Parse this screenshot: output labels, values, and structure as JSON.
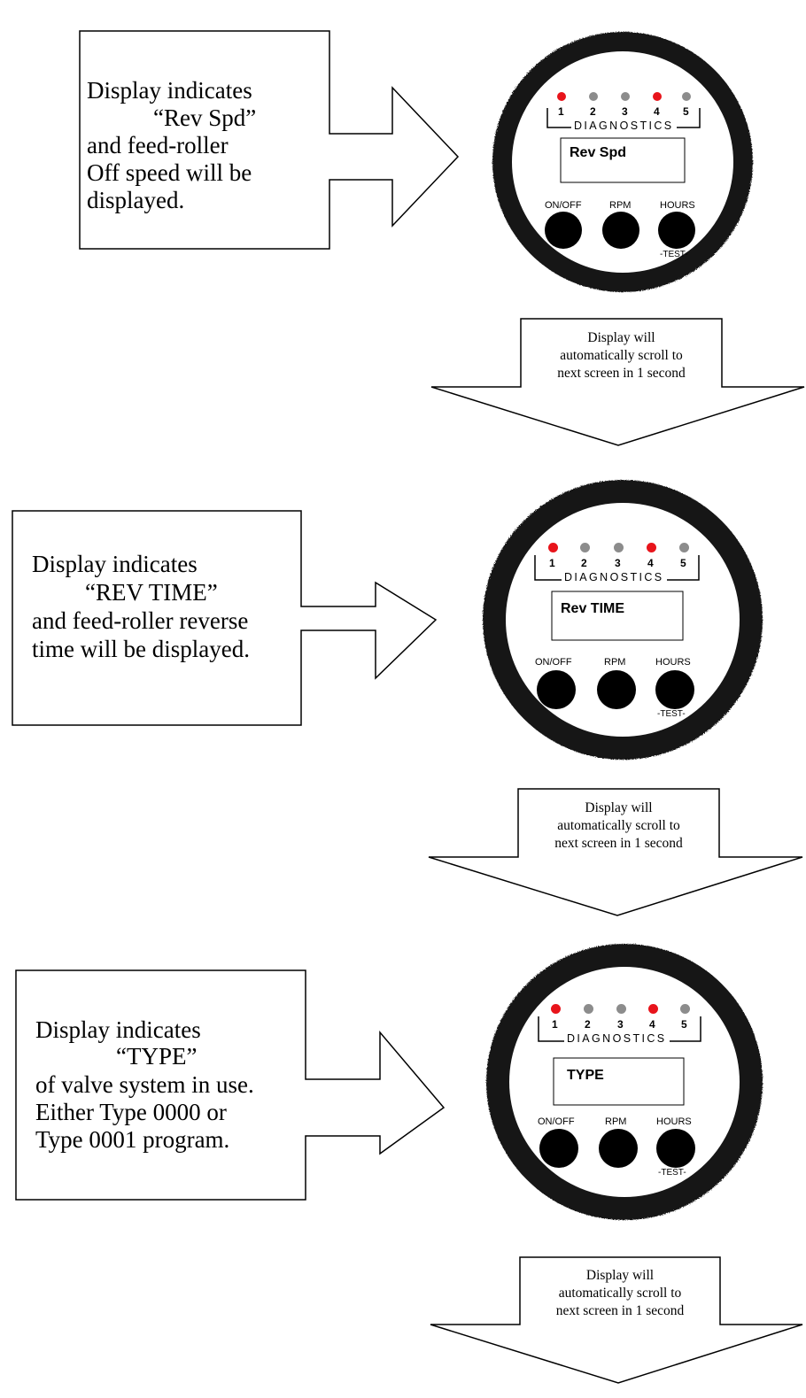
{
  "panels": [
    {
      "callout_lines": [
        "Display indicates",
        "“Rev Spd”",
        "and feed-roller",
        "Off speed will be",
        "displayed."
      ],
      "screen_text": "Rev Spd"
    },
    {
      "callout_lines": [
        "Display indicates",
        "“REV TIME”",
        "and feed-roller reverse",
        "time will be displayed."
      ],
      "screen_text": "Rev TIME"
    },
    {
      "callout_lines": [
        "Display indicates",
        "“TYPE”",
        "of valve system in use.",
        "Either Type 0000 or",
        "Type 0001 program."
      ],
      "screen_text": "TYPE"
    }
  ],
  "device": {
    "led_numbers": [
      "1",
      "2",
      "3",
      "4",
      "5"
    ],
    "led_states": [
      "red",
      "gray",
      "gray",
      "red",
      "gray"
    ],
    "diagnostics_label": "DIAGNOSTICS",
    "buttons": [
      "ON/OFF",
      "RPM",
      "HOURS"
    ],
    "test_label": "-TEST-"
  },
  "flow_arrow_lines": [
    "Display will",
    "automatically scroll to",
    "next screen in 1 second"
  ],
  "colors": {
    "led_red": "#e8141b",
    "led_gray": "#8c8c8c",
    "bezel": "#141414"
  }
}
